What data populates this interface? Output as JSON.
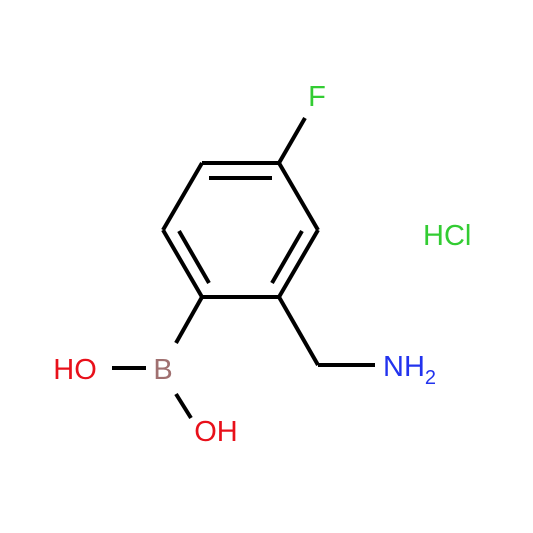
{
  "molecule": {
    "atoms": {
      "fluorine": {
        "symbol": "F",
        "color": "#33cc33"
      },
      "boron": {
        "symbol": "B",
        "color": "#a07070"
      },
      "hydroxyl_1": {
        "symbol": "HO",
        "color": "#e8101a"
      },
      "hydroxyl_2": {
        "symbol": "OH",
        "color": "#e8101a"
      },
      "amine": {
        "symbol": "NH",
        "subscript": "2",
        "color": "#2233ee"
      }
    },
    "counterion": {
      "text": "HCl",
      "color": "#33cc33"
    },
    "bond_color": "#000000"
  }
}
